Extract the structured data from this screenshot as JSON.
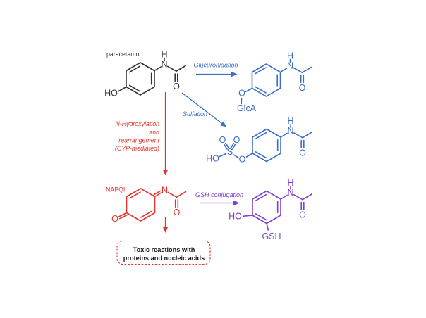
{
  "colors": {
    "structure_black": "#333333",
    "metabolite_blue": "#3b6dc9",
    "toxic_red": "#e8332b",
    "gsh_purple": "#7e3fd2",
    "background": "#ffffff"
  },
  "labels": {
    "paracetamol": "paracetamol",
    "glucuronidation": "Glucuronidation",
    "sulfation": "Sulfation",
    "gsh_conjugation": "GSH conjugation",
    "napqi": "NAPQI",
    "nhydroxylation": {
      "l1": "N-Hydroxylation",
      "l2": "and",
      "l3": "rearrangement",
      "l4": "(CYP-mediated)"
    }
  },
  "atoms": {
    "paracetamol": {
      "ho": "HO",
      "h": "H",
      "n": "N",
      "co": "O"
    },
    "glucuronide": {
      "o_ether": "O",
      "glca": "GlcA",
      "h": "H",
      "n": "N",
      "co": "O"
    },
    "sulfate": {
      "ho": "HO",
      "s": "S",
      "o_left": "O",
      "o_right": "O",
      "o_ester": "O",
      "h": "H",
      "n": "N",
      "co": "O"
    },
    "napqi": {
      "n": "N",
      "o_quinone": "O",
      "co": "O"
    },
    "gsh_conjugate": {
      "ho": "HO",
      "gsh": "GSH",
      "h": "H",
      "n": "N",
      "co": "O"
    }
  },
  "toxic_box": {
    "line1": "Toxic reactions with",
    "line2": "proteins and nucleic acids"
  }
}
